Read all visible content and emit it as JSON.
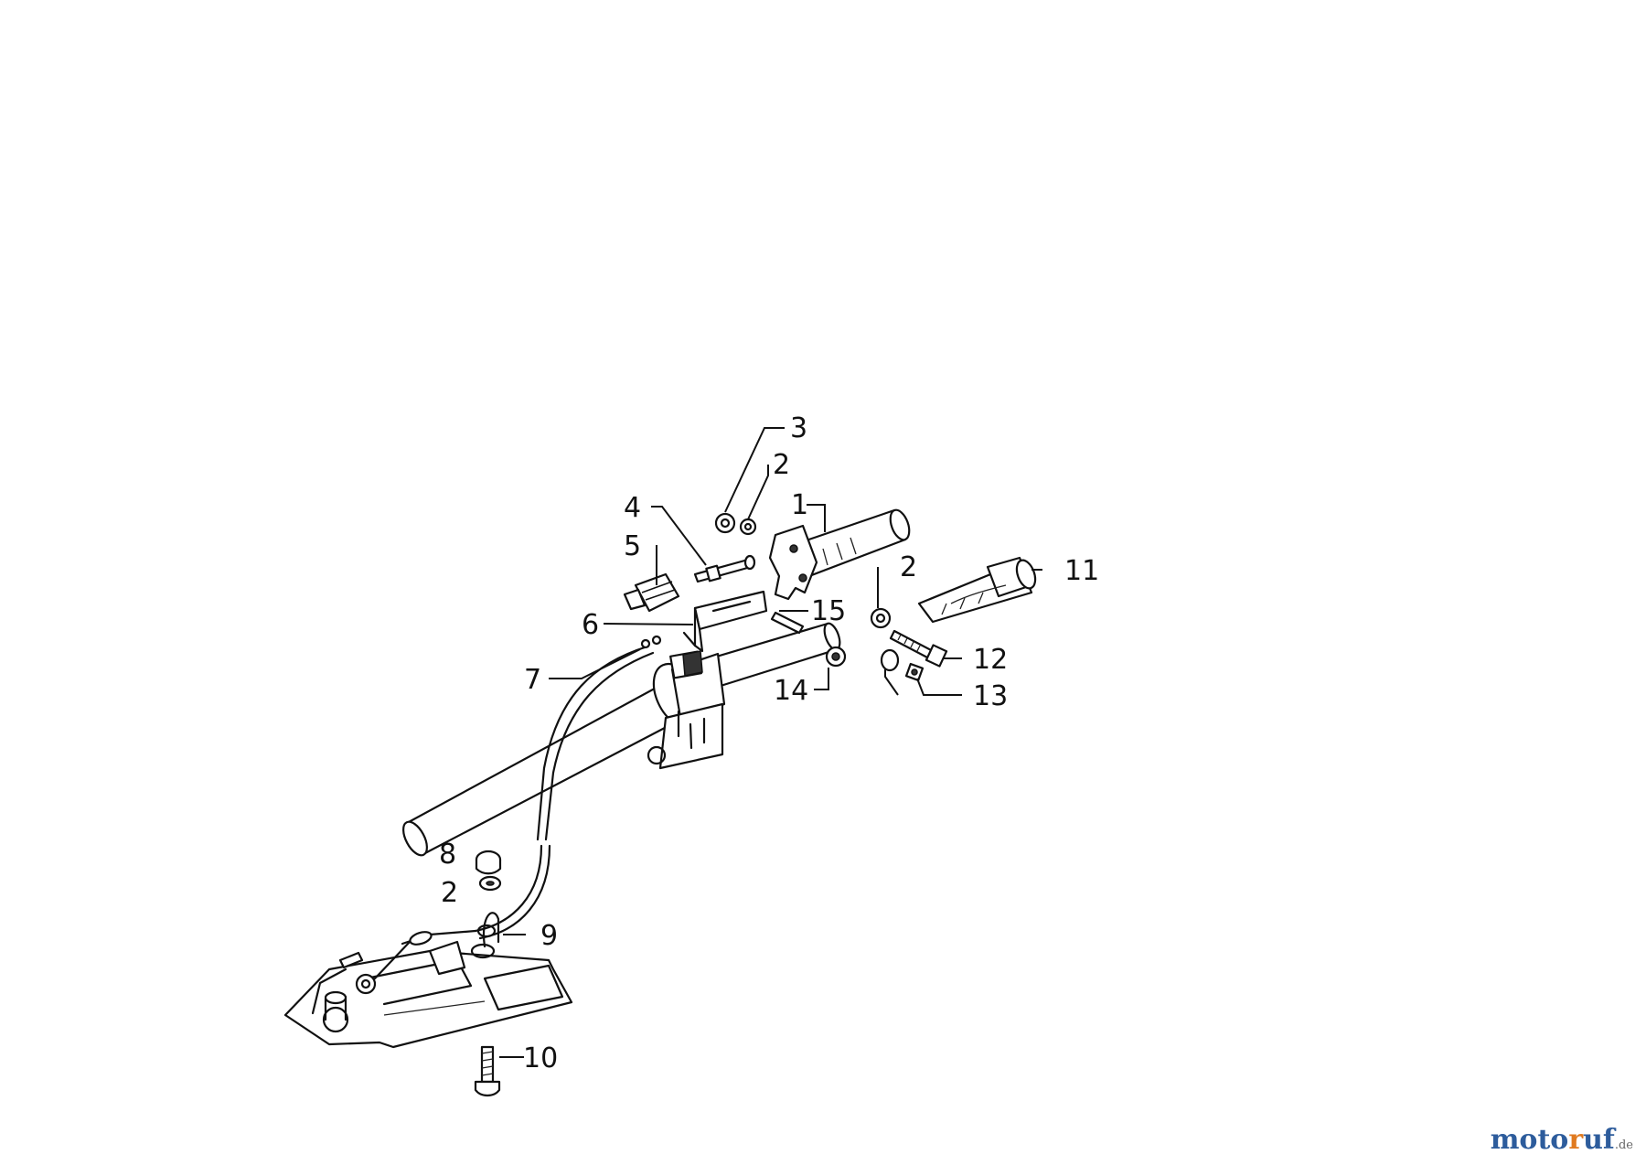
{
  "diagram": {
    "callouts": {
      "c1": "1",
      "c2a": "2",
      "c3": "3",
      "c4": "4",
      "c5": "5",
      "c6": "6",
      "c7": "7",
      "c8": "8",
      "c2b": "2",
      "c9": "9",
      "c10": "10",
      "c11": "11",
      "c2c": "2",
      "c12": "12",
      "c13": "13",
      "c14": "14",
      "c15": "15"
    }
  },
  "watermark": {
    "part1": "moto",
    "part2": "r",
    "part3": "uf",
    "suffix": ".de"
  }
}
